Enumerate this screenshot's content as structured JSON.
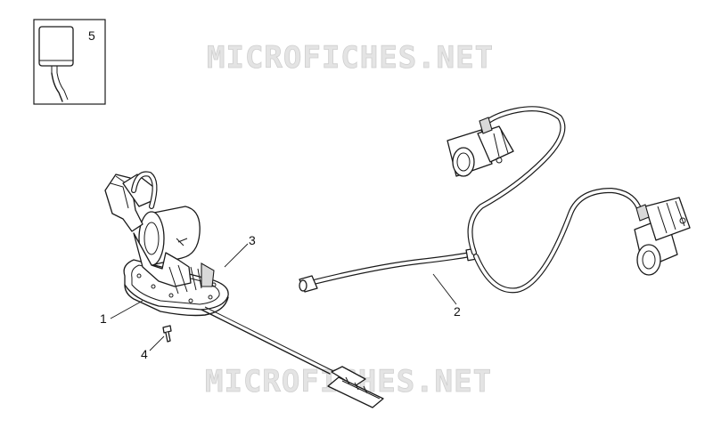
{
  "watermark": {
    "text_top": "MICROFICHES.NET",
    "text_bottom": "MICROFICHES.NET"
  },
  "callouts": [
    {
      "id": "1",
      "label": "1"
    },
    {
      "id": "2",
      "label": "2"
    },
    {
      "id": "3",
      "label": "3"
    },
    {
      "id": "4",
      "label": "4"
    },
    {
      "id": "5",
      "label": "5"
    }
  ]
}
